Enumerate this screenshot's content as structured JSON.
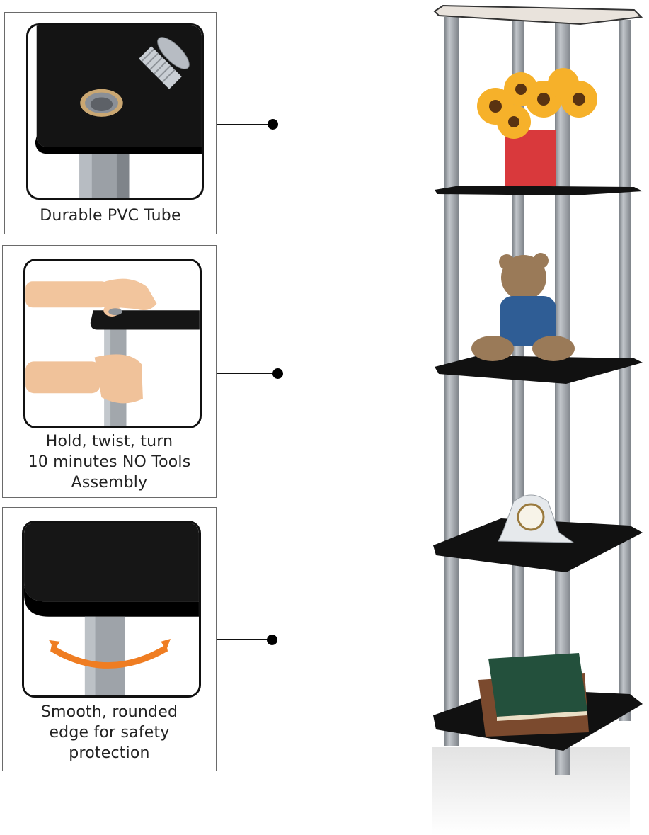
{
  "features": [
    {
      "id": "pvc",
      "caption_lines": [
        "Durable PVC Tube"
      ]
    },
    {
      "id": "assembly",
      "caption_lines": [
        "Hold, twist, turn",
        "10 minutes NO Tools",
        "Assembly"
      ]
    },
    {
      "id": "edge",
      "caption_lines": [
        "Smooth, rounded",
        "edge for safety",
        "protection"
      ]
    }
  ],
  "colors": {
    "shelf_black": "#101010",
    "pole_grey": "#9a9fa4",
    "arrow_orange": "#ef7d22",
    "leader": "#111111"
  },
  "icons": [
    "screw-icon",
    "flowers",
    "teddy-bear",
    "clock",
    "books",
    "rotation-arrow-icon"
  ]
}
